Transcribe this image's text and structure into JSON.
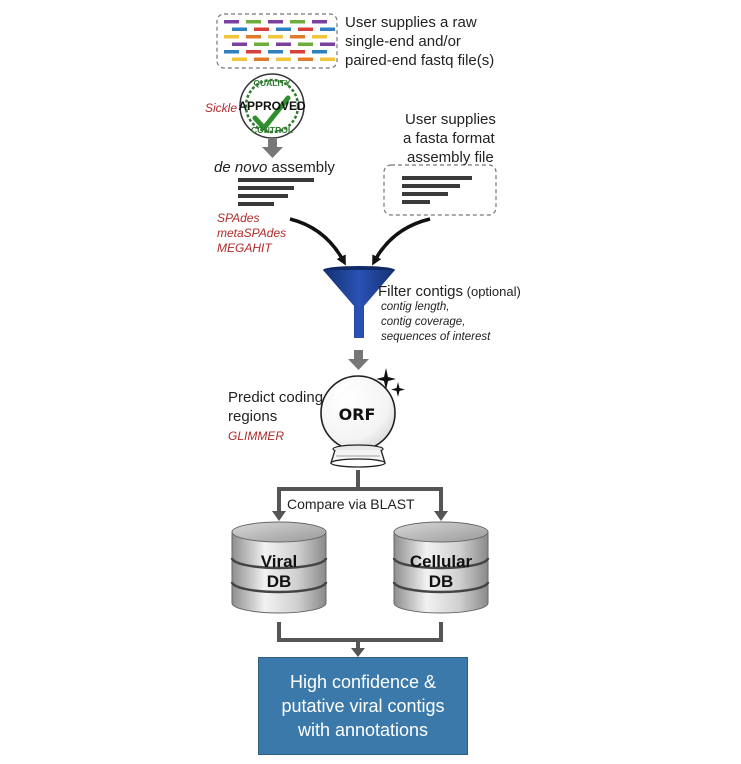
{
  "colors": {
    "tool_label": "#b22a2a",
    "funnel": "#1d3f94",
    "result_box": "#3a79a9",
    "connector": "#555555",
    "read_colors": [
      "#7b3fa0",
      "#e07b2a",
      "#2f7fc1",
      "#6cae3e",
      "#f2c43a",
      "#d9403a"
    ]
  },
  "input_reads": {
    "label_line1": "User supplies a raw",
    "label_line2": "single-end and/or",
    "label_line3": "paired-end fastq file(s)"
  },
  "quality_control": {
    "tool": "Sickle",
    "seal_top": "QUALITY",
    "seal_middle": "APPROVED",
    "seal_bottom": "CONTROL",
    "icon": "quality-approved-seal-icon"
  },
  "assembly": {
    "title_italic": "de novo",
    "title_rest": " assembly",
    "tools": [
      "SPAdes",
      "metaSPAdes",
      "MEGAHIT"
    ]
  },
  "fasta_input": {
    "label_line1": "User supplies",
    "label_line2": "a fasta format",
    "label_line3": "assembly file"
  },
  "filter": {
    "title": "Filter contigs",
    "qualifier": " (optional)",
    "criteria": [
      "contig length,",
      "contig coverage,",
      "sequences of interest"
    ],
    "icon": "funnel-icon"
  },
  "orf_prediction": {
    "label_line1": "Predict coding",
    "label_line2": "regions",
    "tool": "GLIMMER",
    "ball_text": "ORF",
    "icon": "crystal-ball-icon"
  },
  "blast": {
    "label": "Compare via BLAST"
  },
  "databases": {
    "viral": {
      "line1": "Viral",
      "line2": "DB"
    },
    "cellular": {
      "line1": "Cellular",
      "line2": "DB"
    }
  },
  "result": {
    "text": "High confidence &\nputative viral contigs\nwith annotations"
  }
}
